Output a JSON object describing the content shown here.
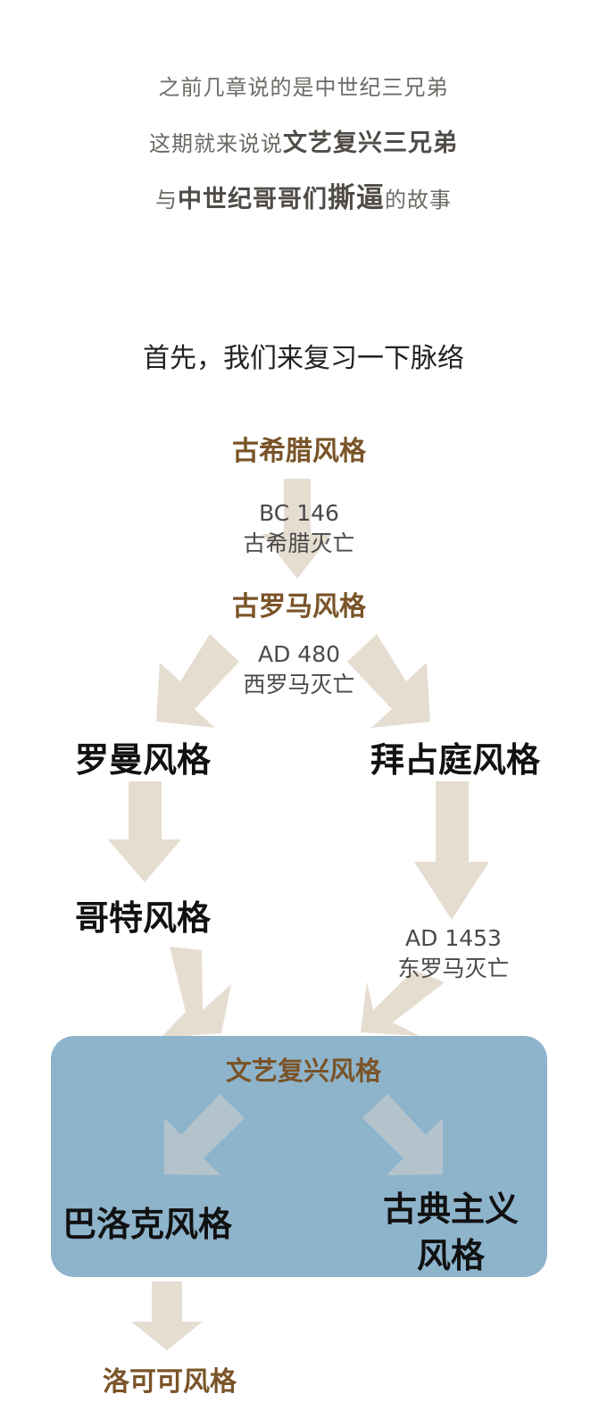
{
  "intro": {
    "line1": "之前几章说的是中世纪三兄弟",
    "line2_pre": "这期就来说说",
    "line2_bold": "文艺复兴三兄弟",
    "line3_pre": "与",
    "line3_bold1": "中世纪哥哥们",
    "line3_bold2": "撕逼",
    "line3_post": "的故事"
  },
  "subtitle": "首先，我们来复习一下脉络",
  "nodes": {
    "ancient_greek": "古希腊风格",
    "ancient_rome": "古罗马风格",
    "romanesque": "罗曼风格",
    "byzantine": "拜占庭风格",
    "gothic": "哥特风格",
    "renaissance": "文艺复兴风格",
    "baroque": "巴洛克风格",
    "classicism_line1": "古典主义",
    "classicism_line2": "风格",
    "rococo": "洛可可风格"
  },
  "events": {
    "greek_fall_year": "BC 146",
    "greek_fall_label": "古希腊灭亡",
    "west_rome_year": "AD 480",
    "west_rome_label": "西罗马灭亡",
    "east_rome_year": "AD 1453",
    "east_rome_label": "东罗马灭亡"
  },
  "colors": {
    "arrow": "#e6ddd1",
    "box": "#8eb4cc",
    "node_brown": "#7a5428",
    "node_black": "#111111",
    "intro_text": "#6e6a66"
  }
}
